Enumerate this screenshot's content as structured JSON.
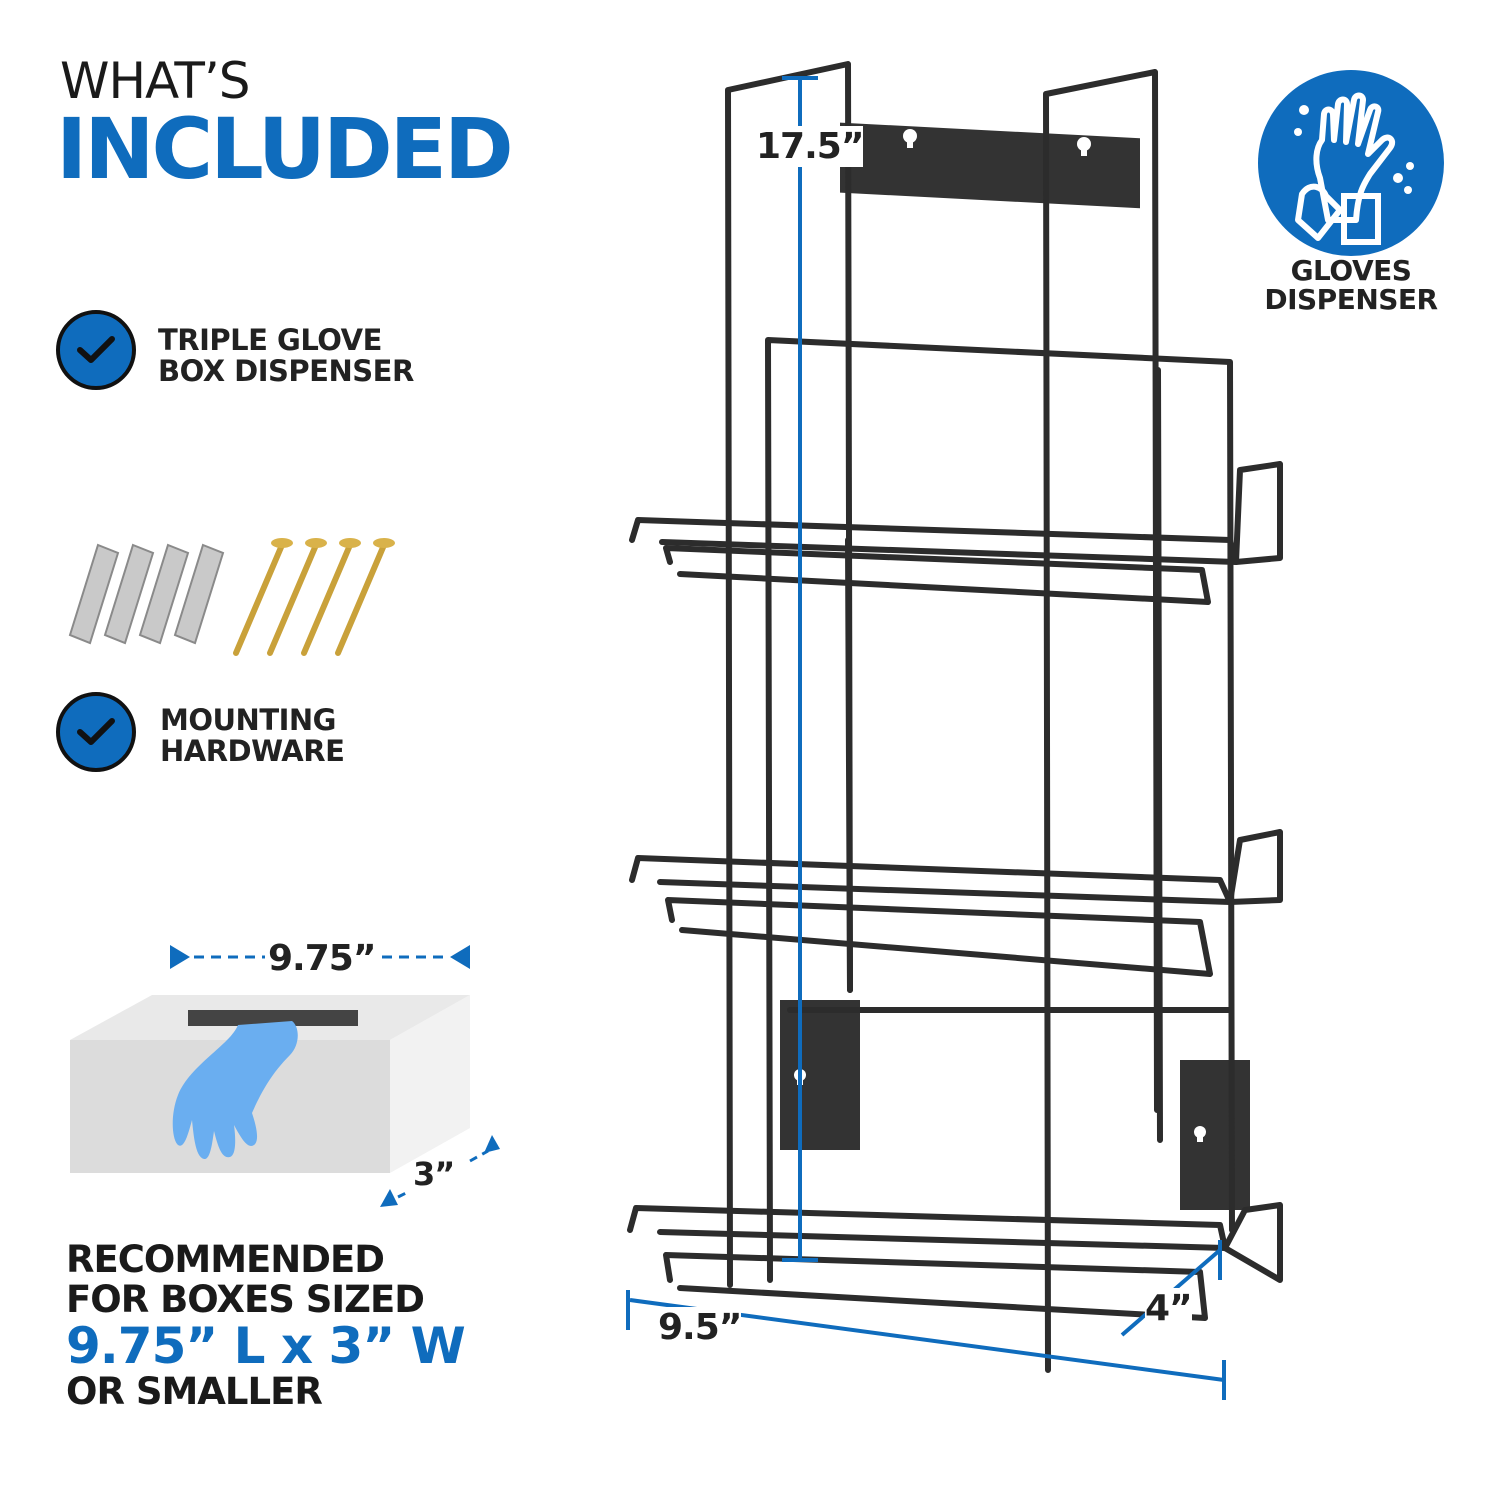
{
  "header": {
    "line1": "WHAT’S",
    "line2": "INCLUDED"
  },
  "items": [
    {
      "line1": "TRIPLE GLOVE",
      "line2": "BOX DISPENSER",
      "icon": "check-icon"
    },
    {
      "line1": "MOUNTING",
      "line2": "HARDWARE",
      "icon": "check-icon"
    }
  ],
  "badge": {
    "line1": "GLOVES",
    "line2": "DISPENSER",
    "icon": "hand-wash-icon"
  },
  "dimensions": {
    "height": "17.5”",
    "width": "9.5”",
    "depth": "4”"
  },
  "box": {
    "length": "9.75”",
    "width": "3”"
  },
  "recommendation": {
    "line1": "RECOMMENDED",
    "line2": "FOR BOXES SIZED",
    "line3": "9.75” L x 3” W",
    "line4": "OR SMALLER"
  },
  "colors": {
    "brand_blue": "#0f6cbd",
    "dark": "#1a1a1a",
    "wire": "#2c2c2c",
    "glove": "#6aaef0"
  }
}
